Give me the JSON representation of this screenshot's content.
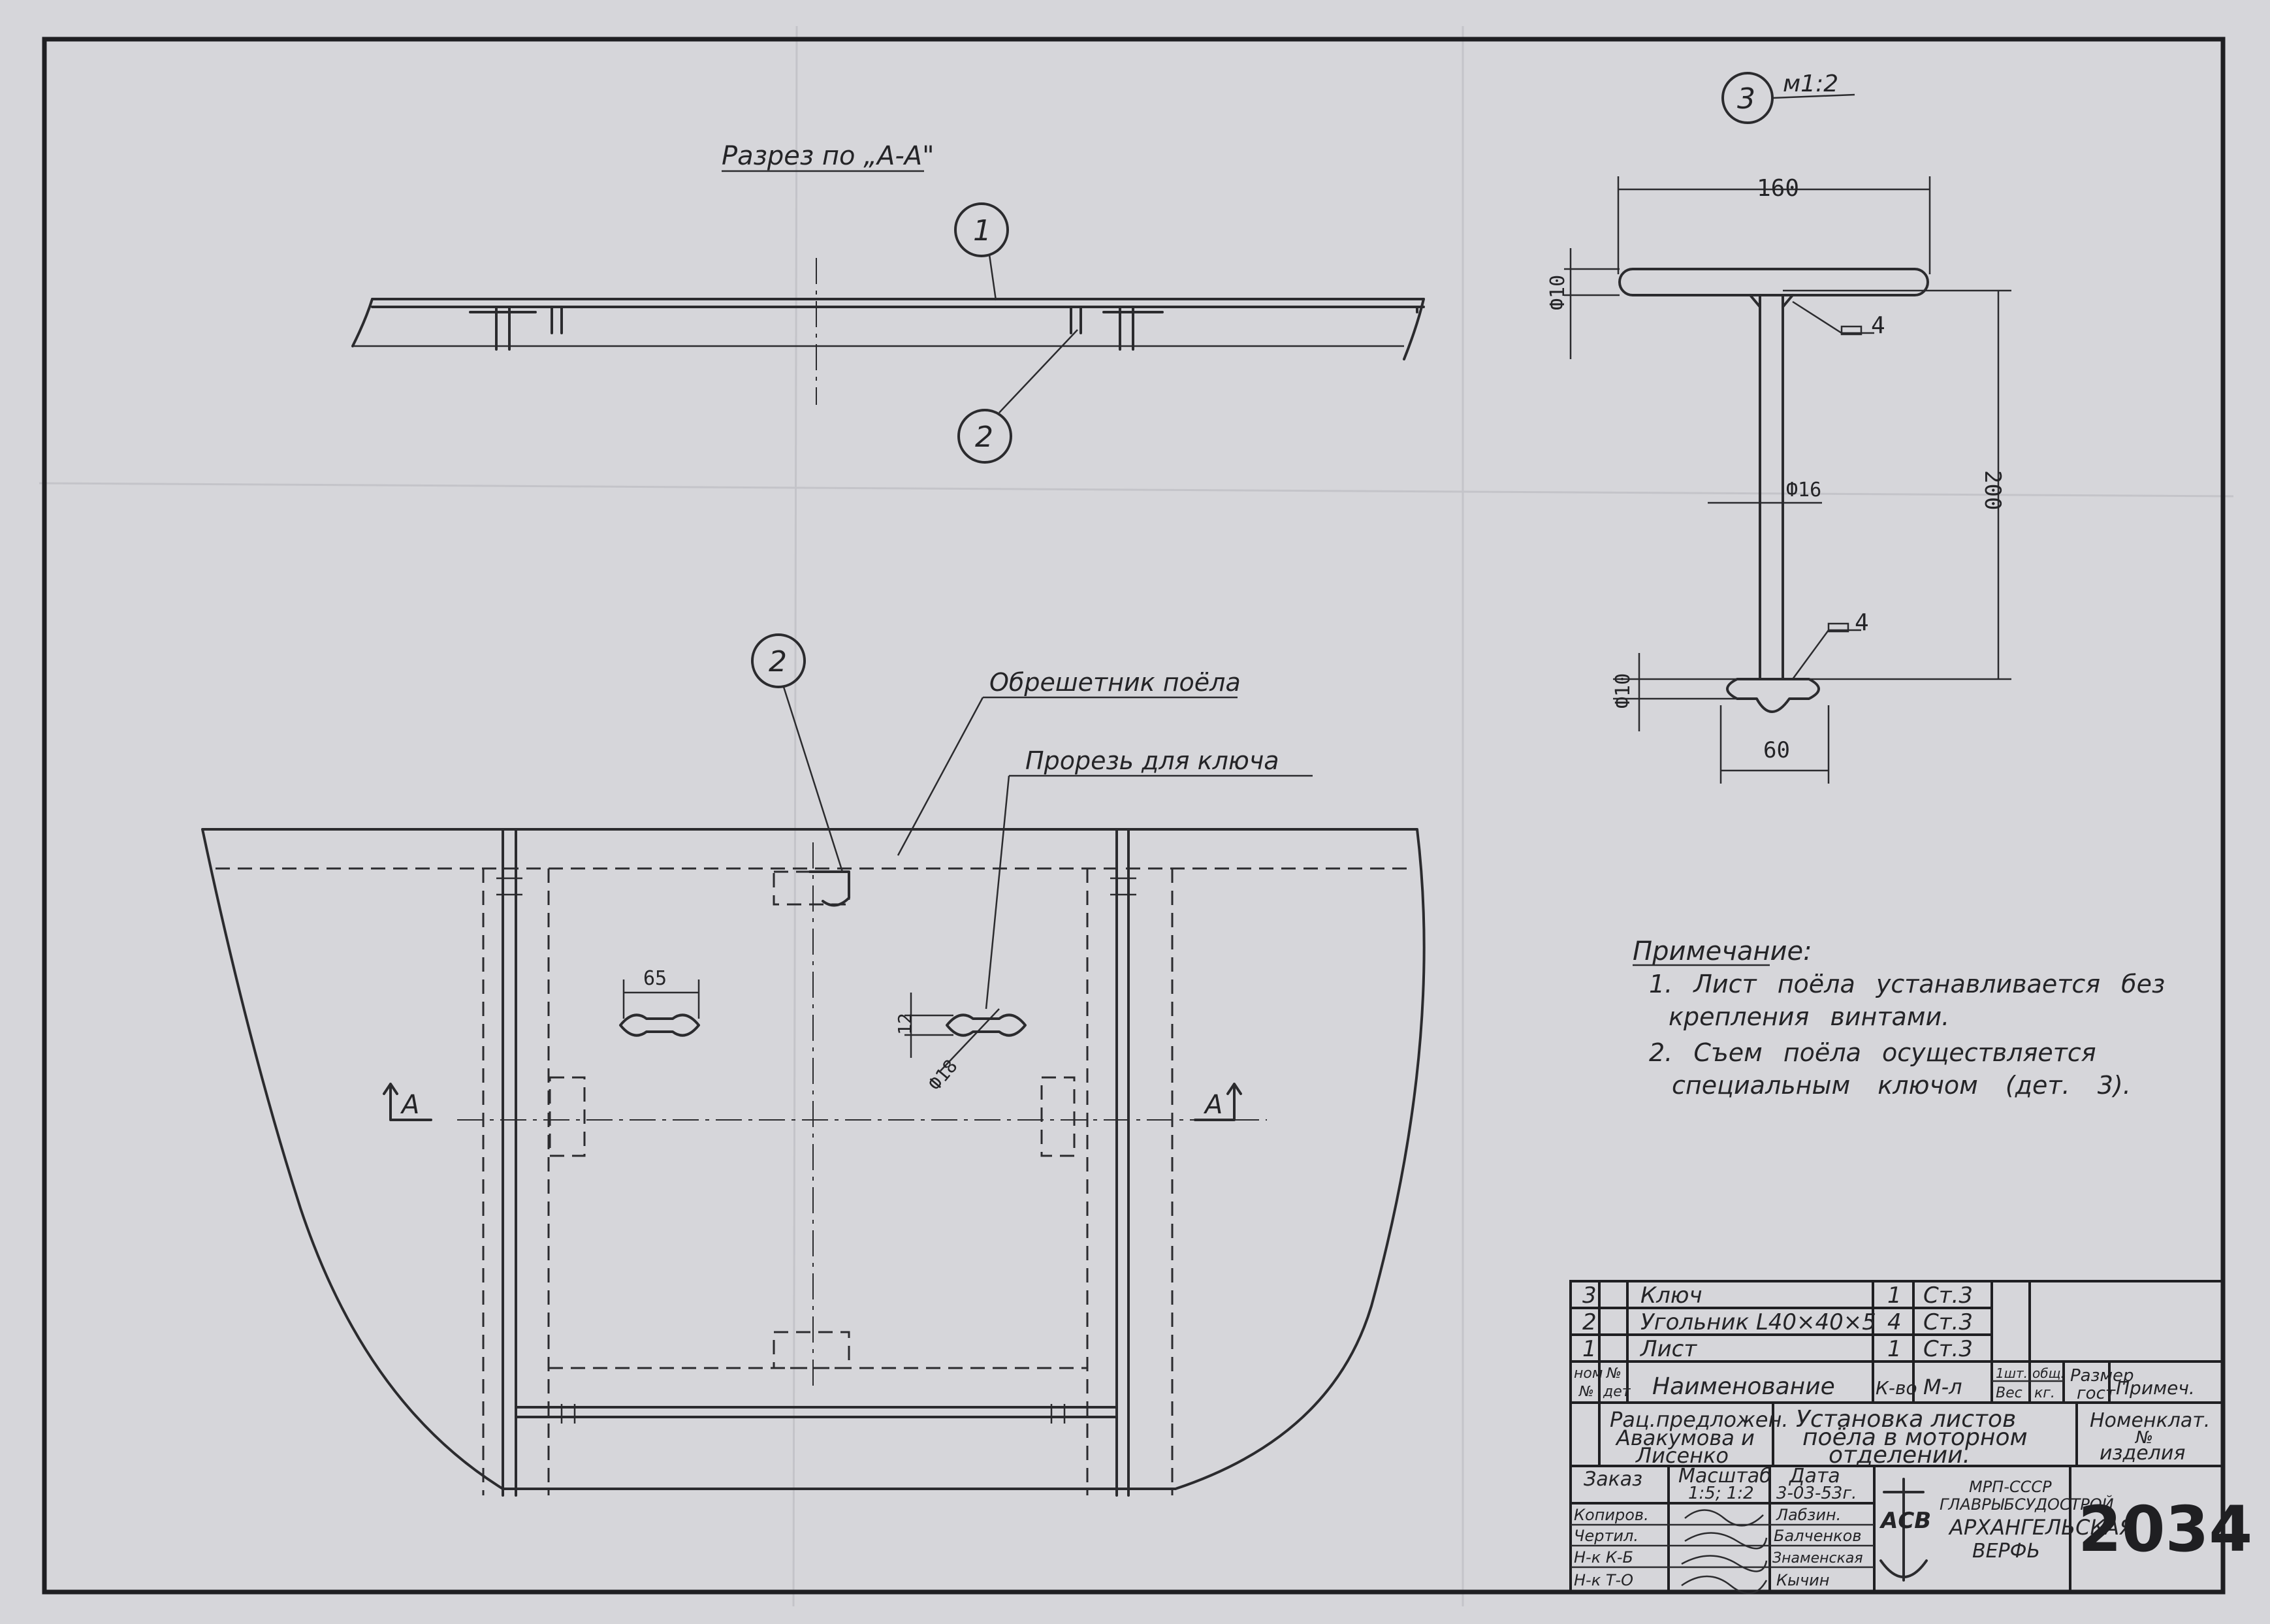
{
  "section_title": "Разрез по „А-А\"",
  "callouts": {
    "c1": "1",
    "c2": "2",
    "c2b": "2",
    "c3": "3"
  },
  "detail_scale": "м1:2",
  "dims": {
    "d160": "160",
    "d200": "200",
    "d60": "60",
    "d65": "65",
    "d12": "12",
    "phi10_top": "Ф10",
    "phi10_bot": "Ф10",
    "phi16": "Ф16",
    "phi18": "Ф18",
    "w4a": "4",
    "w4b": "4"
  },
  "labels": {
    "obreshetnik": "Обрешетник поёла",
    "prorez": "Прорезь для ключа",
    "sec_left": "А",
    "sec_right": "А"
  },
  "note": {
    "heading": "Примечание:",
    "l1": "1. Лист поёла устанавливается без",
    "l2": "крепления винтами.",
    "l3": "2. Съем поёла осуществляется",
    "l4": "специальным ключом (дет. 3)."
  },
  "bom": {
    "rows": [
      {
        "pos": "3",
        "name": "Ключ",
        "qty": "1",
        "mat": "Ст.3"
      },
      {
        "pos": "2",
        "name": "Угольник L40×40×5",
        "qty": "4",
        "mat": "Ст.3"
      },
      {
        "pos": "1",
        "name": "Лист",
        "qty": "1",
        "mat": "Ст.3"
      }
    ],
    "hdr_nom": "ном",
    "hdr_nom2": "№",
    "hdr_det": "№",
    "hdr_det2": "дет",
    "hdr_name": "Наименование",
    "hdr_qty": "К-во",
    "hdr_mat": "М-л",
    "hdr_w1": "1шт.",
    "hdr_w1b": "Вес",
    "hdr_w2": "общ.",
    "hdr_w2b": "кг.",
    "hdr_size": "Размер",
    "hdr_size2": "гост",
    "hdr_note": "Примеч."
  },
  "title_block": {
    "rac1": "Рац.предложен.",
    "rac2": "Авакумова и",
    "rac3": "Лисенко",
    "t1": "Установка листов",
    "t2": "поёла в моторном",
    "t3": "отделении.",
    "nom1": "Номенклат.",
    "nom2": "№",
    "nom3": "изделия",
    "zakaz": "Заказ",
    "masshtab": "Масштаб",
    "masshtab_v": "1:5; 1:2",
    "data": "Дата",
    "data_v": "3-03-53г.",
    "r1": "Копиров.",
    "r2": "Чертил.",
    "r3": "Н-к К-Б",
    "r4": "Н-к Т-О",
    "n1": "Лабзин.",
    "n2": "Балченков",
    "n3": "Знаменская",
    "n4": "Кычин",
    "org1": "МРП-СССР",
    "org2": "ГЛАВРЫБСУДОСТРОЙ",
    "org3": "АРХАНГЕЛЬСКАЯ",
    "org4": "ВЕРФЬ",
    "logo": "АСВ",
    "drawing_no": "2034"
  }
}
